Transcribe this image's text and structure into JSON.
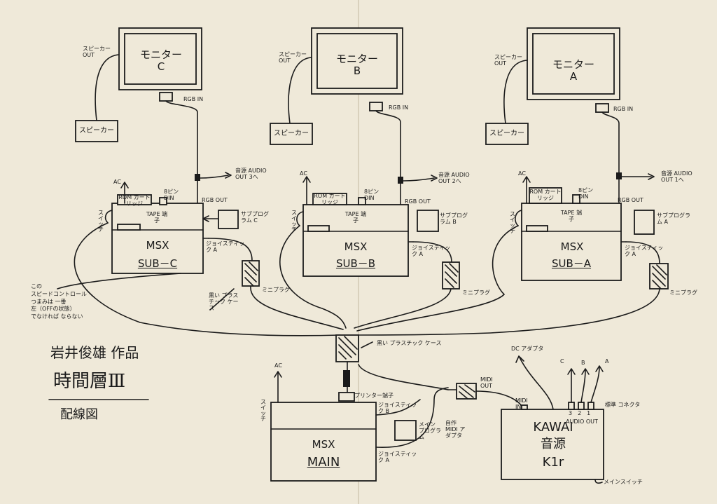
{
  "title": {
    "line1": "岩井俊雄 作品",
    "line2": "時間層Ⅲ",
    "line3": "配線図"
  },
  "monitors": [
    {
      "id": "C",
      "line1": "モニター",
      "line2": "C",
      "speaker_out": "スピーカー OUT",
      "rgb_in": "RGB IN",
      "speaker": "スピーカー"
    },
    {
      "id": "B",
      "line1": "モニター",
      "line2": "B",
      "speaker_out": "スピーカー OUT",
      "rgb_in": "RGB IN",
      "speaker": "スピーカー"
    },
    {
      "id": "A",
      "line1": "モニター",
      "line2": "A",
      "speaker_out": "スピーカー OUT",
      "rgb_in": "RGB IN",
      "speaker": "スピーカー"
    }
  ],
  "subs": [
    {
      "id": "C",
      "msx": "MSX",
      "name": "SUB－C",
      "ac": "AC",
      "switch": "スイッチ",
      "rom": "ROM カートリッジ",
      "din": "8ピン DIN",
      "tape": "TAPE 端子",
      "rgb_out": "RGB OUT",
      "audio": "音源 AUDIO OUT 3へ",
      "sub_program": "サブプログラム C",
      "joystick": "ジョイスティック A",
      "mini_plug": "ミニプラグ"
    },
    {
      "id": "B",
      "msx": "MSX",
      "name": "SUB－B",
      "ac": "AC",
      "switch": "スイッチ",
      "rom": "ROM カートリッジ",
      "din": "8ピン DIN",
      "tape": "TAPE 端子",
      "rgb_out": "RGB OUT",
      "audio": "音源 AUDIO OUT 2へ",
      "sub_program": "サブプログラム B",
      "joystick": "ジョイスティック A",
      "mini_plug": "ミニプラグ"
    },
    {
      "id": "A",
      "msx": "MSX",
      "name": "SUB－A",
      "ac": "AC",
      "switch": "スイッチ",
      "rom": "ROM カートリッジ",
      "din": "8ピン DIN",
      "tape": "TAPE 端子",
      "rgb_out": "RGB OUT",
      "audio": "音源 AUDIO OUT 1へ",
      "sub_program": "サブプログラム A",
      "joystick": "ジョイスティック A",
      "mini_plug": "ミニプラグ"
    }
  ],
  "note": {
    "lines": [
      "この",
      "スピードコントロール",
      "つまみは 一番",
      "左（OFFの状態）",
      "でなければ ならない"
    ],
    "black_case": "黒い プラスチック ケース"
  },
  "hub": {
    "label": "黒い プラスチック ケース"
  },
  "main": {
    "msx": "MSX",
    "name": "MAIN",
    "ac": "AC",
    "switch": "スイッチ",
    "printer": "プリンター端子",
    "joystick_b": "ジョイスティック B",
    "joystick_a": "ジョイスティック A",
    "main_program": "メイン プログラム"
  },
  "midi_adapter": {
    "label": "自作 MIDI アダプタ",
    "midi_out": "MIDI OUT"
  },
  "synth": {
    "line1": "KAWAI",
    "line2": "音源",
    "line3": "K1r",
    "dc": "DC アダプタ",
    "midi_in": "MIDI IN",
    "audio_out": "AUDIO OUT",
    "nums": "3　2　1",
    "std": "標準 コネクタ",
    "out_c": "C",
    "out_b": "B",
    "out_a": "A",
    "main_switch": "メインスイッチ"
  }
}
